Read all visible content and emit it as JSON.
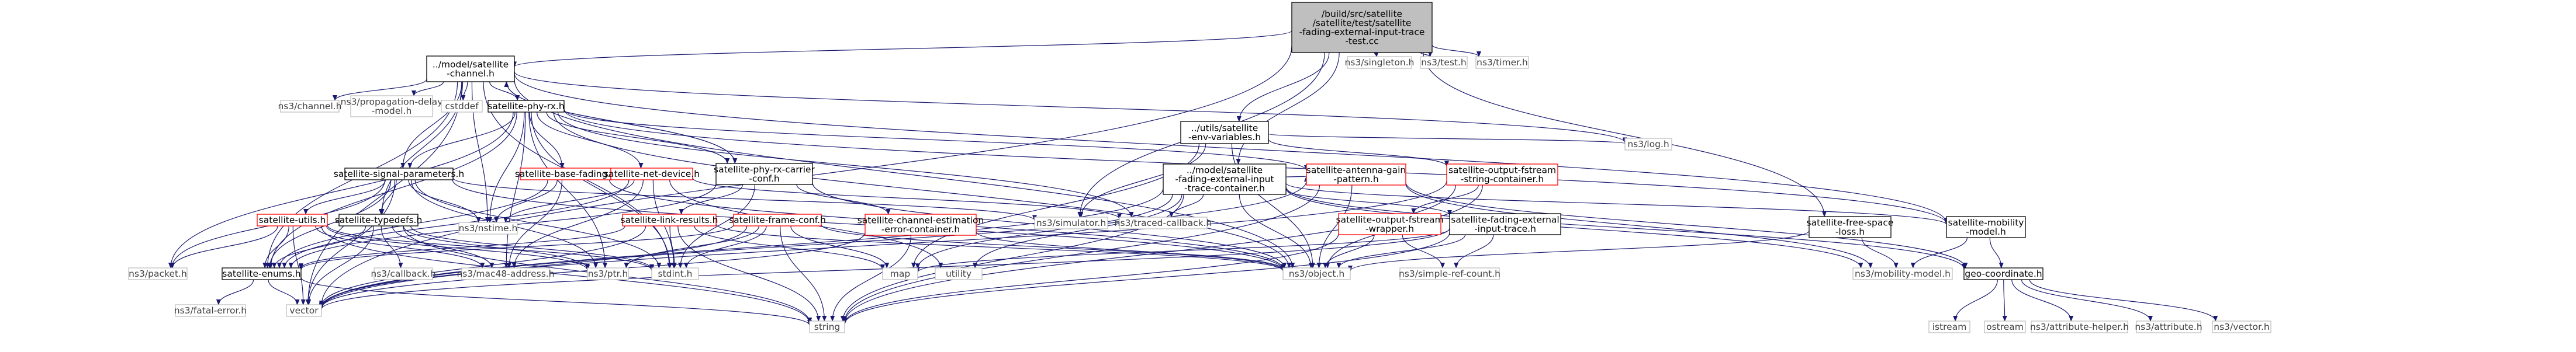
{
  "diagram": {
    "type": "include-dependency-graph",
    "colors": {
      "edge": "#191970",
      "root_fill": "#bfbfbf",
      "root_border": "#000000",
      "documented_border": "#000000",
      "missing_border": "#ff0000",
      "external_border": "#bfbfbf",
      "external_text": "#404040",
      "text": "#000000"
    },
    "nodes": [
      {
        "id": "root",
        "kind": "root",
        "lines": [
          "/build/src/satellite",
          "/satellite/test/satellite",
          "-fading-external-input-trace",
          "-test.cc"
        ]
      },
      {
        "id": "channel",
        "kind": "doc",
        "lines": [
          "../model/satellite",
          "-channel.h"
        ]
      },
      {
        "id": "singleton",
        "kind": "ext",
        "lines": [
          "ns3/singleton.h"
        ]
      },
      {
        "id": "test",
        "kind": "ext",
        "lines": [
          "ns3/test.h"
        ]
      },
      {
        "id": "timer",
        "kind": "ext",
        "lines": [
          "ns3/timer.h"
        ]
      },
      {
        "id": "ns3channel",
        "kind": "ext",
        "lines": [
          "ns3/channel.h"
        ]
      },
      {
        "id": "propdelay",
        "kind": "ext",
        "lines": [
          "ns3/propagation-delay",
          "-model.h"
        ]
      },
      {
        "id": "cstddef",
        "kind": "ext",
        "lines": [
          "cstddef"
        ]
      },
      {
        "id": "phyrx",
        "kind": "doc",
        "lines": [
          "satellite-phy-rx.h"
        ]
      },
      {
        "id": "envvars",
        "kind": "doc",
        "lines": [
          "../utils/satellite",
          "-env-variables.h"
        ]
      },
      {
        "id": "log",
        "kind": "ext",
        "lines": [
          "ns3/log.h"
        ]
      },
      {
        "id": "sigparams",
        "kind": "doc",
        "lines": [
          "satellite-signal-parameters.h"
        ]
      },
      {
        "id": "basefading",
        "kind": "red",
        "lines": [
          "satellite-base-fading.h"
        ]
      },
      {
        "id": "netdevice",
        "kind": "red",
        "lines": [
          "satellite-net-device.h"
        ]
      },
      {
        "id": "phyrxcarrierconf",
        "kind": "doc",
        "lines": [
          "satellite-phy-rx-carrier",
          "-conf.h"
        ]
      },
      {
        "id": "fadingcont",
        "kind": "doc",
        "lines": [
          "../model/satellite",
          "-fading-external-input",
          "-trace-container.h"
        ]
      },
      {
        "id": "antennagain",
        "kind": "red",
        "lines": [
          "satellite-antenna-gain",
          "-pattern.h"
        ]
      },
      {
        "id": "ofstreamcont",
        "kind": "red",
        "lines": [
          "satellite-output-fstream",
          "-string-container.h"
        ]
      },
      {
        "id": "utils",
        "kind": "red",
        "lines": [
          "satellite-utils.h"
        ]
      },
      {
        "id": "typedefs",
        "kind": "doc",
        "lines": [
          "satellite-typedefs.h"
        ]
      },
      {
        "id": "nstime",
        "kind": "ext",
        "lines": [
          "ns3/nstime.h"
        ]
      },
      {
        "id": "linkresults",
        "kind": "red",
        "lines": [
          "satellite-link-results.h"
        ]
      },
      {
        "id": "frameconf",
        "kind": "red",
        "lines": [
          "satellite-frame-conf.h"
        ]
      },
      {
        "id": "chanest",
        "kind": "red",
        "lines": [
          "satellite-channel-estimation",
          "-error-container.h"
        ]
      },
      {
        "id": "simulator",
        "kind": "ext",
        "lines": [
          "ns3/simulator.h"
        ]
      },
      {
        "id": "tracedcb",
        "kind": "ext",
        "lines": [
          "ns3/traced-callback.h"
        ]
      },
      {
        "id": "ofstreamwrap",
        "kind": "red",
        "lines": [
          "satellite-output-fstream",
          "-wrapper.h"
        ]
      },
      {
        "id": "fadingtrace",
        "kind": "doc",
        "lines": [
          "satellite-fading-external",
          "-input-trace.h"
        ]
      },
      {
        "id": "freespace",
        "kind": "doc",
        "lines": [
          "satellite-free-space",
          "-loss.h"
        ]
      },
      {
        "id": "mobmodel",
        "kind": "doc",
        "lines": [
          "satellite-mobility",
          "-model.h"
        ]
      },
      {
        "id": "packet",
        "kind": "ext",
        "lines": [
          "ns3/packet.h"
        ]
      },
      {
        "id": "enums",
        "kind": "doc",
        "lines": [
          "satellite-enums.h"
        ]
      },
      {
        "id": "callback",
        "kind": "ext",
        "lines": [
          "ns3/callback.h"
        ]
      },
      {
        "id": "mac48",
        "kind": "ext",
        "lines": [
          "ns3/mac48-address.h"
        ]
      },
      {
        "id": "ptr",
        "kind": "ext",
        "lines": [
          "ns3/ptr.h"
        ]
      },
      {
        "id": "stdint",
        "kind": "ext",
        "lines": [
          "stdint.h"
        ]
      },
      {
        "id": "map",
        "kind": "ext",
        "lines": [
          "map"
        ]
      },
      {
        "id": "utility",
        "kind": "ext",
        "lines": [
          "utility"
        ]
      },
      {
        "id": "object",
        "kind": "ext",
        "lines": [
          "ns3/object.h"
        ]
      },
      {
        "id": "simplerefcount",
        "kind": "ext",
        "lines": [
          "ns3/simple-ref-count.h"
        ]
      },
      {
        "id": "ns3mobility",
        "kind": "ext",
        "lines": [
          "ns3/mobility-model.h"
        ]
      },
      {
        "id": "geocoord",
        "kind": "doc",
        "lines": [
          "geo-coordinate.h"
        ]
      },
      {
        "id": "fatalerror",
        "kind": "ext",
        "lines": [
          "ns3/fatal-error.h"
        ]
      },
      {
        "id": "vector",
        "kind": "ext",
        "lines": [
          "vector"
        ]
      },
      {
        "id": "string",
        "kind": "ext",
        "lines": [
          "string"
        ]
      },
      {
        "id": "istream",
        "kind": "ext",
        "lines": [
          "istream"
        ]
      },
      {
        "id": "ostream",
        "kind": "ext",
        "lines": [
          "ostream"
        ]
      },
      {
        "id": "attrhelper",
        "kind": "ext",
        "lines": [
          "ns3/attribute-helper.h"
        ]
      },
      {
        "id": "attribute",
        "kind": "ext",
        "lines": [
          "ns3/attribute.h"
        ]
      },
      {
        "id": "ns3vector",
        "kind": "ext",
        "lines": [
          "ns3/vector.h"
        ]
      }
    ],
    "edges": [
      [
        "root",
        "channel"
      ],
      [
        "root",
        "singleton"
      ],
      [
        "root",
        "test"
      ],
      [
        "root",
        "timer"
      ],
      [
        "root",
        "envvars"
      ],
      [
        "root",
        "fadingcont"
      ],
      [
        "root",
        "simulator"
      ],
      [
        "root",
        "freespace"
      ],
      [
        "root",
        "vector"
      ],
      [
        "channel",
        "ns3channel"
      ],
      [
        "channel",
        "propdelay"
      ],
      [
        "channel",
        "cstddef"
      ],
      [
        "channel",
        "phyrx"
      ],
      [
        "channel",
        "sigparams"
      ],
      [
        "channel",
        "phyrxcarrierconf"
      ],
      [
        "channel",
        "log"
      ],
      [
        "channel",
        "nstime"
      ],
      [
        "channel",
        "enums"
      ],
      [
        "channel",
        "typedefs"
      ],
      [
        "channel",
        "vector"
      ],
      [
        "channel",
        "object"
      ],
      [
        "channel",
        "stdint"
      ],
      [
        "channel",
        "mobmodel"
      ],
      [
        "envvars",
        "log"
      ],
      [
        "envvars",
        "ofstreamcont"
      ],
      [
        "envvars",
        "object"
      ],
      [
        "envvars",
        "simulator"
      ],
      [
        "envvars",
        "map"
      ],
      [
        "phyrx",
        "sigparams"
      ],
      [
        "phyrx",
        "basefading"
      ],
      [
        "phyrx",
        "netdevice"
      ],
      [
        "phyrx",
        "phyrxcarrierconf"
      ],
      [
        "phyrx",
        "antennagain"
      ],
      [
        "phyrx",
        "nstime"
      ],
      [
        "phyrx",
        "object"
      ],
      [
        "phyrx",
        "packet"
      ],
      [
        "phyrx",
        "mac48"
      ],
      [
        "phyrx",
        "ptr"
      ],
      [
        "phyrx",
        "stdint"
      ],
      [
        "phyrx",
        "tracedcb"
      ],
      [
        "phyrx",
        "enums"
      ],
      [
        "phyrx",
        "mobmodel"
      ],
      [
        "sigparams",
        "utils"
      ],
      [
        "sigparams",
        "typedefs"
      ],
      [
        "sigparams",
        "packet"
      ],
      [
        "sigparams",
        "nstime"
      ],
      [
        "sigparams",
        "enums"
      ],
      [
        "sigparams",
        "object"
      ],
      [
        "sigparams",
        "ptr"
      ],
      [
        "sigparams",
        "stdint"
      ],
      [
        "sigparams",
        "vector"
      ],
      [
        "sigparams",
        "simulator"
      ],
      [
        "basefading",
        "nstime"
      ],
      [
        "basefading",
        "enums"
      ],
      [
        "basefading",
        "object"
      ],
      [
        "basefading",
        "mac48"
      ],
      [
        "netdevice",
        "enums"
      ],
      [
        "netdevice",
        "mac48"
      ],
      [
        "netdevice",
        "tracedcb"
      ],
      [
        "netdevice",
        "stdint"
      ],
      [
        "netdevice",
        "nstime"
      ],
      [
        "netdevice",
        "utility"
      ],
      [
        "phyrxcarrierconf",
        "linkresults"
      ],
      [
        "phyrxcarrierconf",
        "chanest"
      ],
      [
        "phyrxcarrierconf",
        "enums"
      ],
      [
        "phyrxcarrierconf",
        "object"
      ],
      [
        "phyrxcarrierconf",
        "stdint"
      ],
      [
        "phyrxcarrierconf",
        "channel"
      ],
      [
        "fadingcont",
        "fadingtrace"
      ],
      [
        "fadingcont",
        "antennagain"
      ],
      [
        "fadingcont",
        "geocoord"
      ],
      [
        "fadingcont",
        "object"
      ],
      [
        "fadingcont",
        "vector"
      ],
      [
        "fadingcont",
        "string"
      ],
      [
        "fadingcont",
        "utility"
      ],
      [
        "fadingcont",
        "map"
      ],
      [
        "fadingcont",
        "tracedcb"
      ],
      [
        "fadingcont",
        "ns3mobility"
      ],
      [
        "fadingcont",
        "mobmodel"
      ],
      [
        "antennagain",
        "geocoord"
      ],
      [
        "antennagain",
        "object"
      ],
      [
        "antennagain",
        "vector"
      ],
      [
        "antennagain",
        "string"
      ],
      [
        "antennagain",
        "ns3mobility"
      ],
      [
        "ofstreamcont",
        "ofstreamwrap"
      ],
      [
        "ofstreamcont",
        "object"
      ],
      [
        "ofstreamcont",
        "string"
      ],
      [
        "ofstreamcont",
        "vector"
      ],
      [
        "ofstreamwrap",
        "simplerefcount"
      ],
      [
        "ofstreamwrap",
        "object"
      ],
      [
        "ofstreamwrap",
        "string"
      ],
      [
        "fadingtrace",
        "object"
      ],
      [
        "fadingtrace",
        "simplerefcount"
      ],
      [
        "fadingtrace",
        "vector"
      ],
      [
        "fadingtrace",
        "string"
      ],
      [
        "fadingtrace",
        "map"
      ],
      [
        "freespace",
        "ns3mobility"
      ],
      [
        "freespace",
        "object"
      ],
      [
        "mobmodel",
        "ns3mobility"
      ],
      [
        "mobmodel",
        "geocoord"
      ],
      [
        "utils",
        "enums"
      ],
      [
        "utils",
        "packet"
      ],
      [
        "utils",
        "vector"
      ],
      [
        "utils",
        "string"
      ],
      [
        "utils",
        "ptr"
      ],
      [
        "utils",
        "stdint"
      ],
      [
        "utils",
        "mac48"
      ],
      [
        "typedefs",
        "callback"
      ],
      [
        "typedefs",
        "ptr"
      ],
      [
        "typedefs",
        "enums"
      ],
      [
        "typedefs",
        "stdint"
      ],
      [
        "typedefs",
        "vector"
      ],
      [
        "typedefs",
        "mac48"
      ],
      [
        "typedefs",
        "string"
      ],
      [
        "linkresults",
        "object"
      ],
      [
        "linkresults",
        "enums"
      ],
      [
        "linkresults",
        "string"
      ],
      [
        "linkresults",
        "map"
      ],
      [
        "linkresults",
        "vector"
      ],
      [
        "linkresults",
        "stdint"
      ],
      [
        "frameconf",
        "enums"
      ],
      [
        "frameconf",
        "object"
      ],
      [
        "frameconf",
        "vector"
      ],
      [
        "frameconf",
        "string"
      ],
      [
        "frameconf",
        "map"
      ],
      [
        "frameconf",
        "stdint"
      ],
      [
        "frameconf",
        "ptr"
      ],
      [
        "chanest",
        "object"
      ],
      [
        "chanest",
        "vector"
      ],
      [
        "chanest",
        "string"
      ],
      [
        "enums",
        "fatalerror"
      ],
      [
        "enums",
        "vector"
      ],
      [
        "enums",
        "string"
      ],
      [
        "geocoord",
        "istream"
      ],
      [
        "geocoord",
        "ostream"
      ],
      [
        "geocoord",
        "attrhelper"
      ],
      [
        "geocoord",
        "attribute"
      ],
      [
        "geocoord",
        "ns3vector"
      ]
    ]
  }
}
